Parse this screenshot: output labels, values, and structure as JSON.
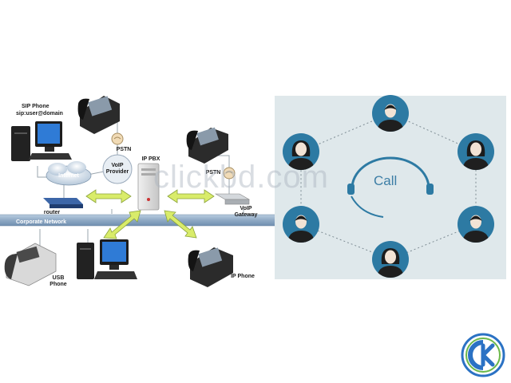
{
  "left_diagram": {
    "sip_phone_label": "SIP Phone",
    "sip_address": "sip:user@domain",
    "internet_label": "Internet",
    "voip_provider_line1": "VoIP",
    "voip_provider_line2": "Provider",
    "pstn_top_label": "PSTN",
    "ip_pbx_label": "IP PBX",
    "pstn_right_label": "PSTN",
    "voip_gateway_line1": "VoIP",
    "voip_gateway_line2": "Gateway",
    "router_label": "router",
    "corporate_network_label": "Corporate Network",
    "usb_phone_line1": "USB",
    "usb_phone_line2": "Phone",
    "ip_phone_label": "IP Phone"
  },
  "right_diagram": {
    "center_label": "Call"
  },
  "watermark_text": "clickbd.com",
  "colors": {
    "network_bar": "#8fa9c4",
    "arrow_fill": "#d9ec6a",
    "panel_bg": "#dfe8eb",
    "avatar_bg": "#2d7aa3",
    "call_text": "#3d7ea6"
  },
  "icons": [
    "desktop-computer-icon",
    "desk-phone-icon",
    "cloud-icon",
    "server-icon",
    "router-icon",
    "gateway-icon",
    "headset-icon",
    "person-avatar-icon",
    "logo-icon"
  ]
}
